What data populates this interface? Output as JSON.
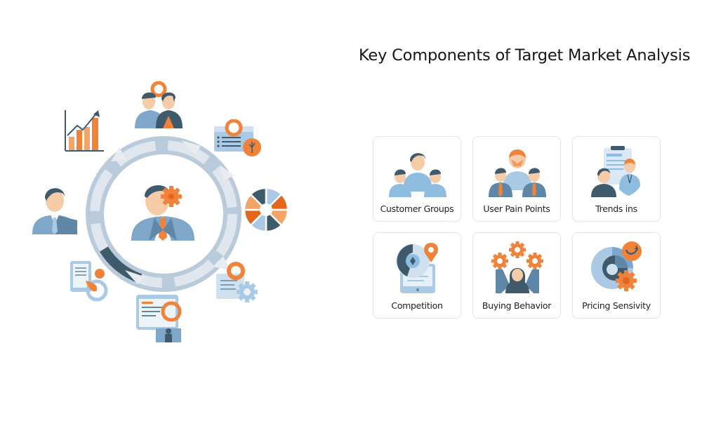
{
  "title": "Key Components of Target Market Analysis",
  "colors": {
    "orange": "#f0823a",
    "orange_dark": "#e4661d",
    "light_blue": "#a9c9e4",
    "steel_blue": "#5f87a8",
    "slate": "#3f5a6b",
    "ring_light": "#dfe6ee",
    "ring_mid": "#b9cadb"
  },
  "illustration": {
    "center": "businessman-with-gear",
    "orbit_icons": [
      "growth-bar-chart-icon",
      "team-pair-icon",
      "document-target-icon",
      "segmented-pie-icon",
      "settings-document-icon",
      "web-analytics-icon",
      "tablet-report-icon",
      "businessman-icon"
    ]
  },
  "cards": [
    {
      "label": "Customer Groups",
      "icon": "customer-groups-icon"
    },
    {
      "label": "User Pain Points",
      "icon": "user-pain-points-icon"
    },
    {
      "label": "Trends ins",
      "icon": "trends-icon"
    },
    {
      "label": "Competition",
      "icon": "competition-icon"
    },
    {
      "label": "Buying Behavior",
      "icon": "buying-behavior-icon"
    },
    {
      "label": "Pricing Sensivity",
      "icon": "pricing-sensitivity-icon"
    }
  ]
}
